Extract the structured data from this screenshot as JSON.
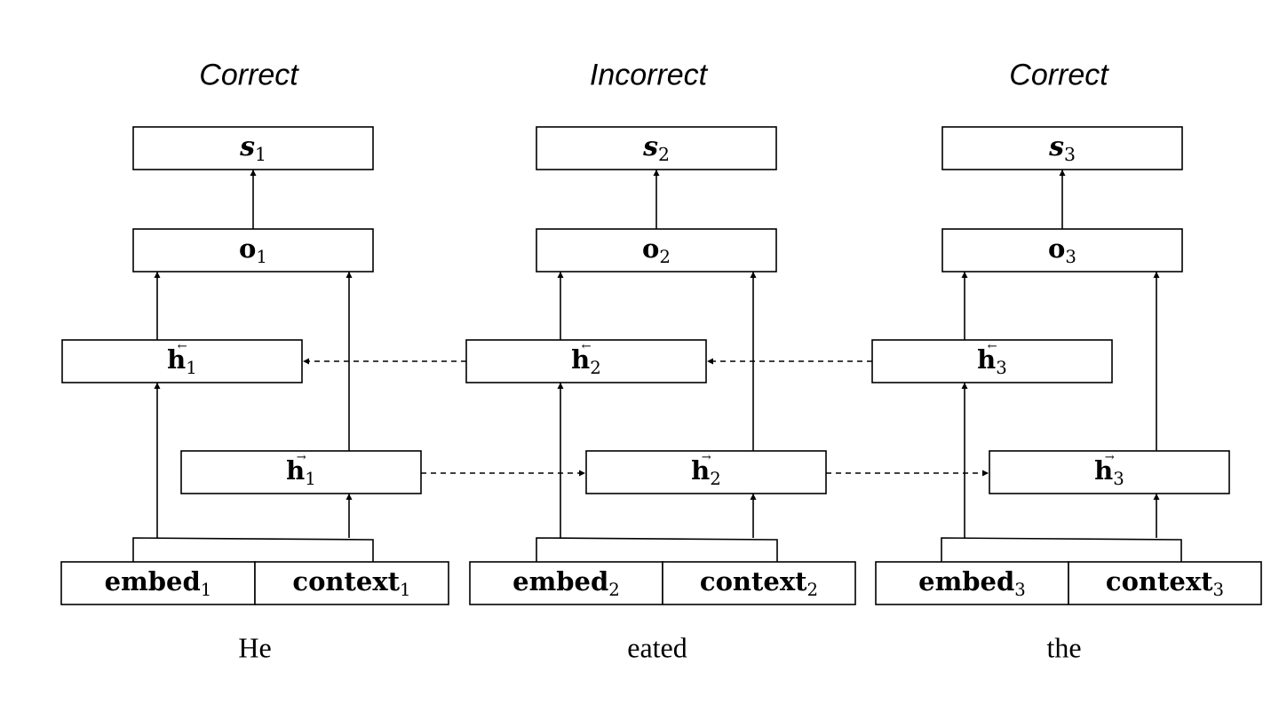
{
  "columns": [
    {
      "verdict": "Correct",
      "s": {
        "base": "s",
        "sub": "1"
      },
      "o": {
        "base": "o",
        "sub": "1"
      },
      "h_back": {
        "base": "h",
        "sub": "1",
        "arrow": "←"
      },
      "h_fwd": {
        "base": "h",
        "sub": "1",
        "arrow": "→"
      },
      "embed": {
        "base": "embed",
        "sub": "1"
      },
      "context": {
        "base": "context",
        "sub": "1"
      },
      "word": "He"
    },
    {
      "verdict": "Incorrect",
      "s": {
        "base": "s",
        "sub": "2"
      },
      "o": {
        "base": "o",
        "sub": "2"
      },
      "h_back": {
        "base": "h",
        "sub": "2",
        "arrow": "←"
      },
      "h_fwd": {
        "base": "h",
        "sub": "2",
        "arrow": "→"
      },
      "embed": {
        "base": "embed",
        "sub": "2"
      },
      "context": {
        "base": "context",
        "sub": "2"
      },
      "word": "eated"
    },
    {
      "verdict": "Correct",
      "s": {
        "base": "s",
        "sub": "3"
      },
      "o": {
        "base": "o",
        "sub": "3"
      },
      "h_back": {
        "base": "h",
        "sub": "3",
        "arrow": "←"
      },
      "h_fwd": {
        "base": "h",
        "sub": "3",
        "arrow": "→"
      },
      "embed": {
        "base": "embed",
        "sub": "3"
      },
      "context": {
        "base": "context",
        "sub": "3"
      },
      "word": "the"
    }
  ]
}
